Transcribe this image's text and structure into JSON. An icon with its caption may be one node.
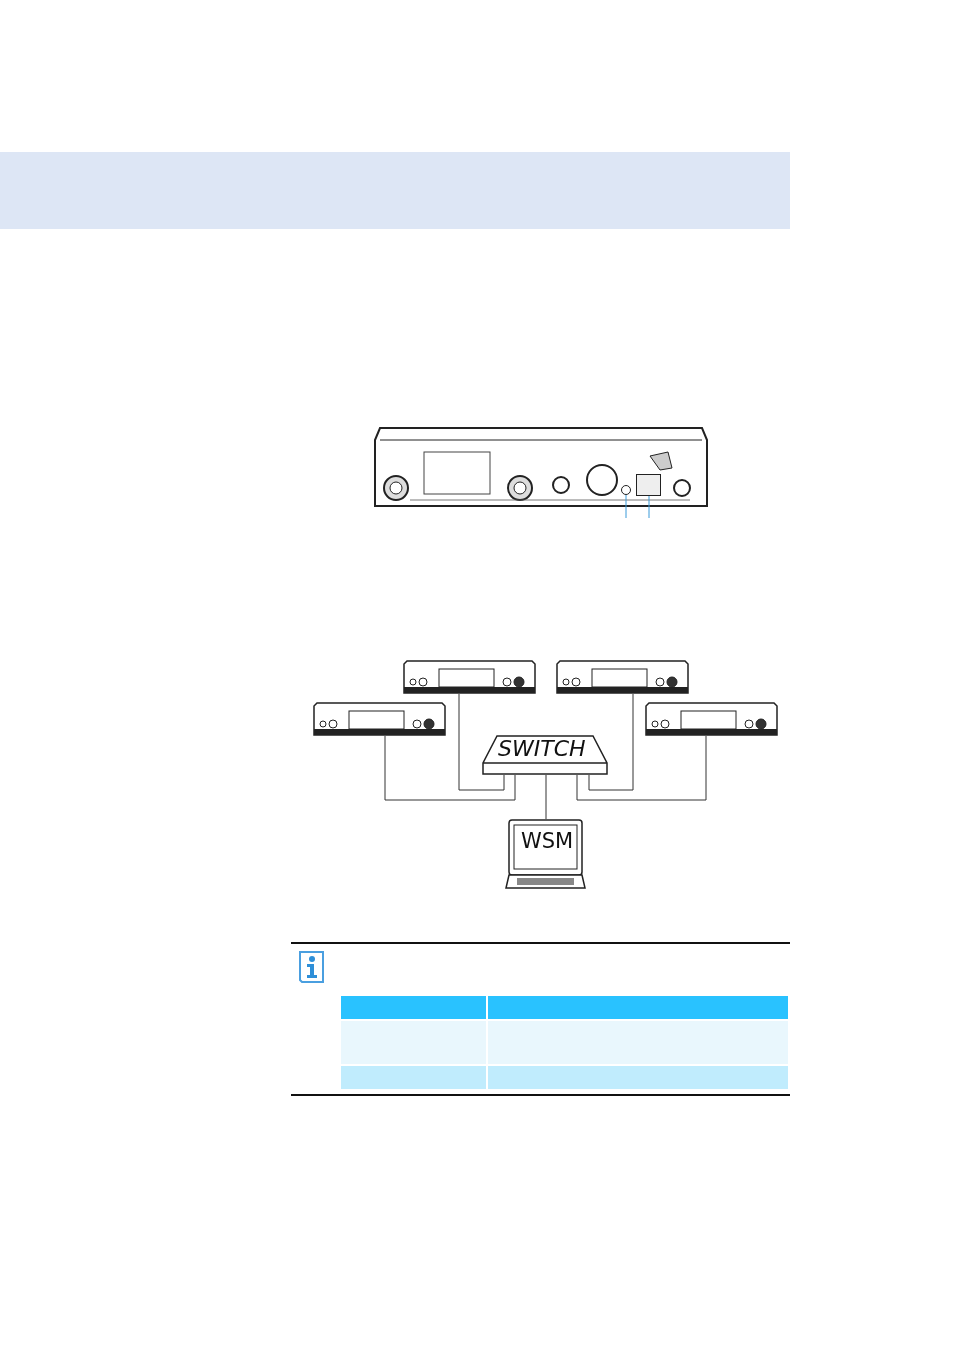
{
  "diagram": {
    "nodes": [
      {
        "text": [],
        "shape": "circle"
      },
      {
        "text": [],
        "shape": "box"
      },
      {
        "text": [],
        "shape": "picture"
      },
      {
        "text": [],
        "shape": "picture"
      },
      {
        "text": [],
        "shape": "picture"
      },
      {
        "text": [],
        "shape": "picture"
      },
      {
        "text": [
          "SWITCH"
        ]
      },
      {
        "text": [
          "WSM"
        ]
      }
    ],
    "edges": [
      {
        "from": null,
        "to": 0,
        "arrow": "none",
        "color": "#3a9ad9"
      },
      {
        "from": null,
        "to": 1,
        "arrow": "none",
        "color": "#3a9ad9"
      },
      {
        "from": 4,
        "to": 6,
        "arrow": "none"
      },
      {
        "from": 2,
        "to": 6,
        "arrow": "none"
      },
      {
        "from": 3,
        "to": 6,
        "arrow": "none"
      },
      {
        "from": 5,
        "to": 6,
        "arrow": "none"
      },
      {
        "from": 6,
        "to": 7,
        "arrow": "none"
      }
    ]
  }
}
